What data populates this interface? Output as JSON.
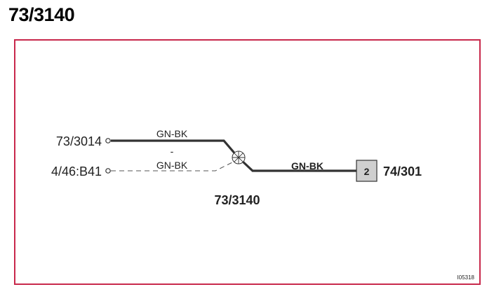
{
  "title": "73/3140",
  "diagram": {
    "colors": {
      "frame": "#c8284b",
      "wire": "#333333",
      "connector_fill": "#cfcfcf"
    },
    "left_terminals": [
      {
        "label": "73/3014"
      },
      {
        "label": "4/46:B41"
      }
    ],
    "wires": [
      {
        "code": "GN-BK",
        "style": "solid"
      },
      {
        "code": "-",
        "style": "separator"
      },
      {
        "code": "GN-BK",
        "style": "dashed"
      },
      {
        "code": "GN-BK",
        "style": "solid"
      }
    ],
    "splice": {
      "label": "73/3140",
      "icon": "splice-icon"
    },
    "connector": {
      "pin": "2",
      "label": "74/301"
    },
    "reference_code": "I05318"
  }
}
